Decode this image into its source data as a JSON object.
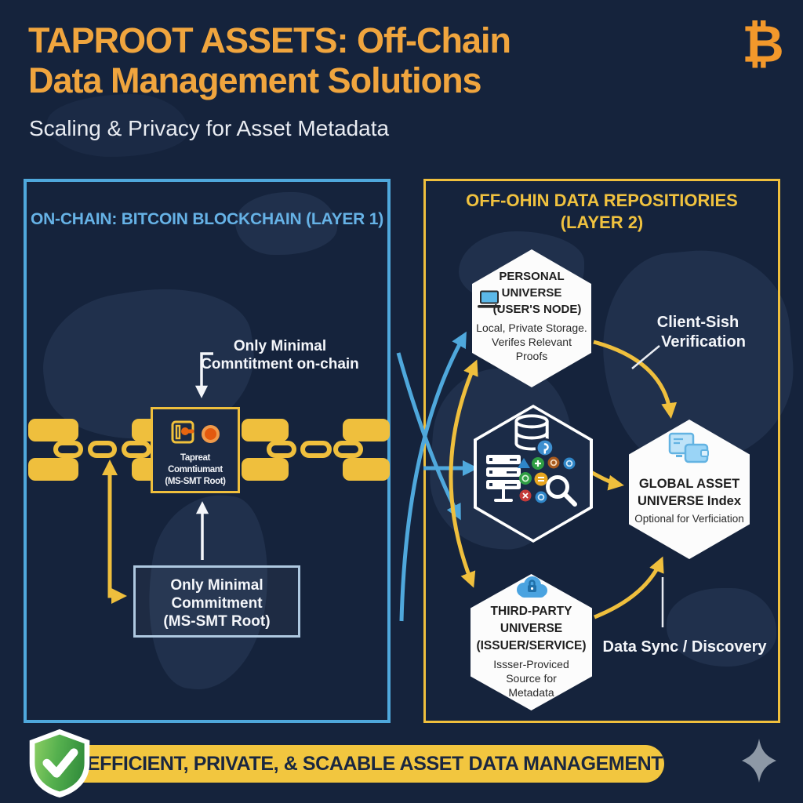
{
  "header": {
    "title_lines": [
      "TAPROOT ASSETS: Off-Chain",
      "Data Management Solutions"
    ],
    "subtitle": "Scaling & Privacy for Asset Metadata",
    "bitcoin_symbol": "₿"
  },
  "left_panel": {
    "title": "ON-CHAIN: BITCOIN BLOCKCHAIN (LAYER 1)",
    "annotation_lines": [
      "Only Minimal",
      "Comntitment on-chain"
    ],
    "commitment_box_lines": [
      "Tapreat Comntiumant",
      "(MS-SMT Root)"
    ],
    "minimal_box_lines": [
      "Only Minimal",
      "Commitment",
      "(MS-SMT Root)"
    ]
  },
  "right_panel": {
    "title_lines": [
      "OFF-OHIN DATA REPOSITIORIES",
      "(LAYER 2)"
    ],
    "personal_hex": {
      "title_lines": [
        "PERSONAL",
        "UNIVERSE",
        "(USER'S NODE)"
      ],
      "body_lines": [
        "Local, Private Storage.",
        "Verifes Relevant",
        "Proofs"
      ]
    },
    "global_hex": {
      "title_lines": [
        "GLOBAL ASSET",
        "UNIVERSE Index"
      ],
      "body": "Optional for Verficiation"
    },
    "third_party_hex": {
      "title_lines": [
        "THIRD-PARTY",
        "UNIVERSE",
        "(ISSUER/SERVICE)"
      ],
      "body_lines": [
        "Issser-Proviced",
        "Source for",
        "Metadata"
      ]
    },
    "labels": {
      "client_verification_lines": [
        "Client-Sish",
        "Verification"
      ],
      "data_sync": "Data Sync / Discovery"
    }
  },
  "footer": {
    "banner": "EFFICIENT, PRIVATE, & SCAABLE ASSET DATA MANAGEMENT"
  },
  "colors": {
    "background": "#15233C",
    "accent_orange": "#F0A53E",
    "accent_yellow": "#EFBF3D",
    "accent_blue": "#4FA8DC",
    "left_header_blue": "#66B2E6",
    "footer_pill": "#F2C63F",
    "shield_green": "#3D9C44",
    "bitcoin_orange": "#F2982B"
  }
}
